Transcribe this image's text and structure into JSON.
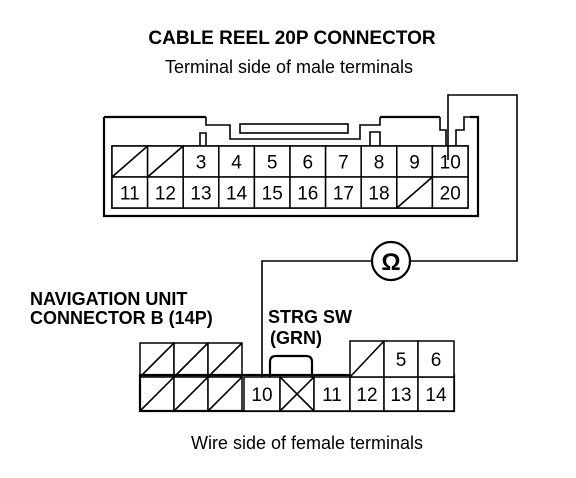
{
  "title": "CABLE REEL 20P CONNECTOR",
  "subtitle": "Terminal side of male terminals",
  "nav_label_line1": "NAVIGATION UNIT",
  "nav_label_line2": "CONNECTOR B (14P)",
  "strg_label_line1": "STRG SW",
  "strg_label_line2": "(GRN)",
  "ohm_symbol": "Ω",
  "footer": "Wire side of female terminals",
  "cable_reel": {
    "top_row": [
      "",
      "",
      "3",
      "4",
      "5",
      "6",
      "7",
      "8",
      "9",
      "10"
    ],
    "bottom_row": [
      "11",
      "12",
      "13",
      "14",
      "15",
      "16",
      "17",
      "18",
      "",
      "20"
    ]
  },
  "nav_connector": {
    "top_right": [
      "",
      "5",
      "6"
    ],
    "bottom": [
      "10",
      "",
      "11",
      "12",
      "13",
      "14"
    ]
  }
}
